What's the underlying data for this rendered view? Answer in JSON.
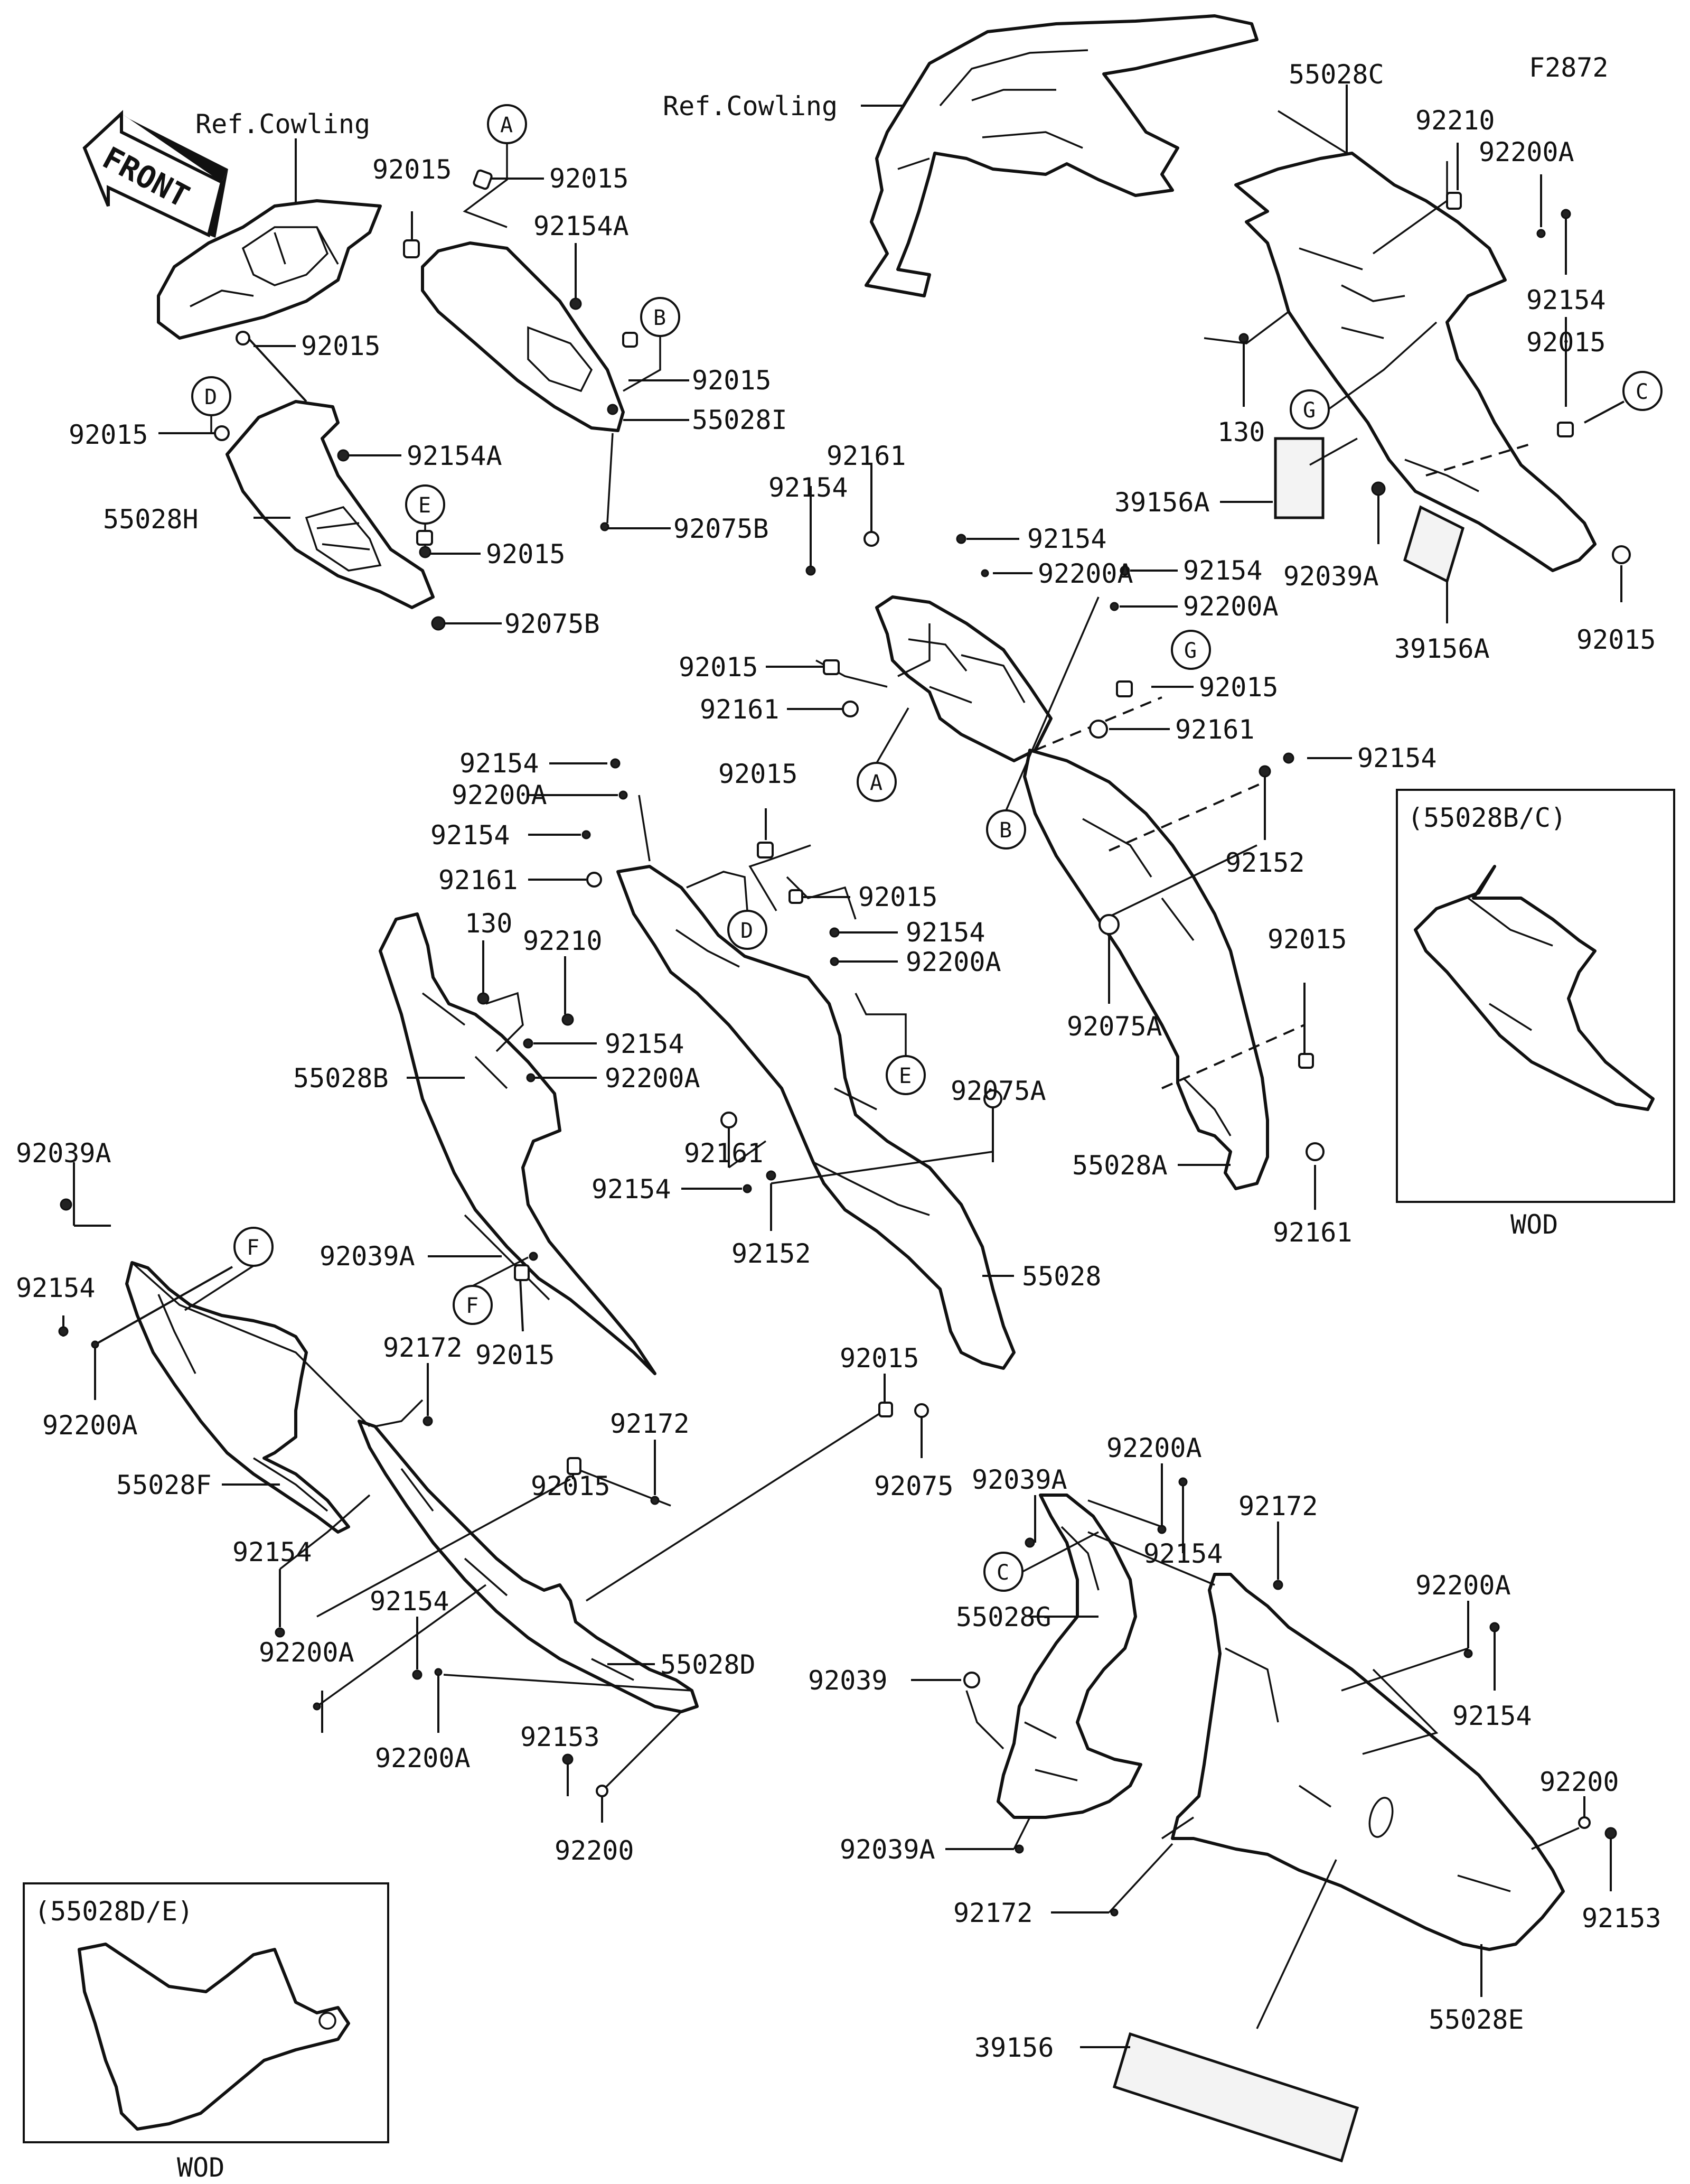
{
  "figure_id": "F2872",
  "front_label": "FRONT",
  "ref_cowling_label": "Ref.Cowling",
  "variants": [
    {
      "models": "(55028B/C)",
      "note": "WOD"
    },
    {
      "models": "(55028D/E)",
      "note": "WOD"
    }
  ],
  "callouts": [
    "A",
    "B",
    "C",
    "D",
    "E",
    "F",
    "G"
  ],
  "labels": [
    "92015",
    "92015",
    "92154A",
    "92015",
    "55028I",
    "92015",
    "92015",
    "92154A",
    "55028H",
    "92015",
    "92075B",
    "92075B",
    "55028C",
    "92210",
    "92200A",
    "92154",
    "92015",
    "130",
    "39156A",
    "92039A",
    "39156A",
    "92015",
    "92161",
    "92154",
    "92154",
    "92200A",
    "92154",
    "92200A",
    "92015",
    "92161",
    "92015",
    "92161",
    "92154",
    "92152",
    "92075A",
    "92015",
    "55028A",
    "92161",
    "92154",
    "92200A",
    "92015",
    "92154",
    "92161",
    "92015",
    "92154",
    "92200A",
    "130",
    "92210",
    "92154",
    "92200A",
    "92075A",
    "55028B",
    "92161",
    "92154",
    "92152",
    "55028",
    "92039A",
    "92154",
    "92200A",
    "55028F",
    "92039A",
    "92015",
    "92172",
    "92015",
    "92172",
    "92154",
    "92200A",
    "92154",
    "92200A",
    "55028D",
    "92153",
    "92200",
    "92015",
    "92075",
    "92200A",
    "92039A",
    "92154",
    "92172",
    "55028G",
    "92039",
    "92039A",
    "92200A",
    "92154",
    "92200",
    "92153",
    "92172",
    "55028E",
    "39156"
  ]
}
